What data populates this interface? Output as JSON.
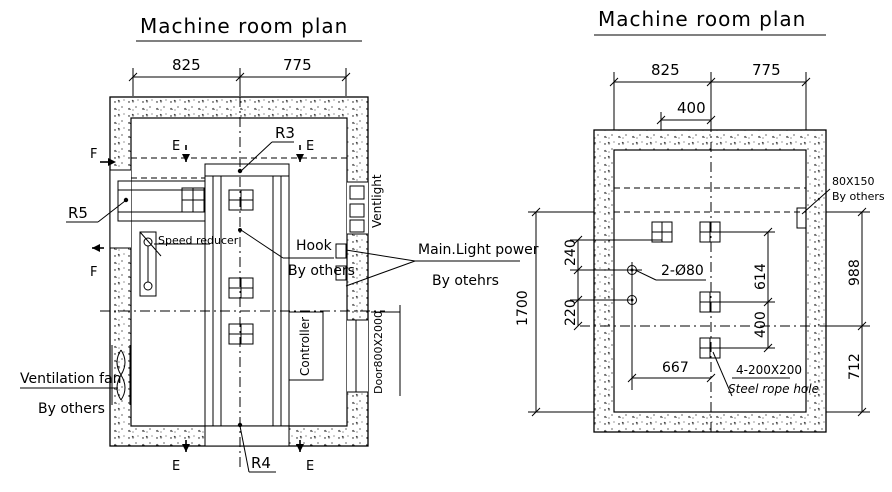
{
  "left_plan": {
    "title": "Machine room plan",
    "dims": {
      "left": "825",
      "right": "775"
    },
    "labels": {
      "r3": "R3",
      "r5": "R5",
      "r4": "R4",
      "speed_reducer": "Speed reducer",
      "hook": "Hook",
      "hook_by": "By others",
      "main_light": "Main.Light power",
      "main_light_by": "By otehrs",
      "ventlight": "Ventlight",
      "controller": "Controller",
      "door": "Door800X2000",
      "vent_fan": "Ventilation fan",
      "vent_fan_by": "By others"
    },
    "section_marks": [
      "E",
      "E",
      "E",
      "E",
      "F",
      "F"
    ]
  },
  "right_plan": {
    "title": "Machine room plan",
    "dims": {
      "left": "825",
      "right": "775",
      "top_inner": "400",
      "v240": "240",
      "v220": "220",
      "v1700": "1700",
      "v614": "614",
      "v400b": "400",
      "v988": "988",
      "v712": "712",
      "h667": "667"
    },
    "labels": {
      "holes": "2-Ø80",
      "opening": "80X150",
      "opening_by": "By others",
      "rope_holes": "4-200X200",
      "rope_hole_label": "Steel rope hole"
    }
  }
}
